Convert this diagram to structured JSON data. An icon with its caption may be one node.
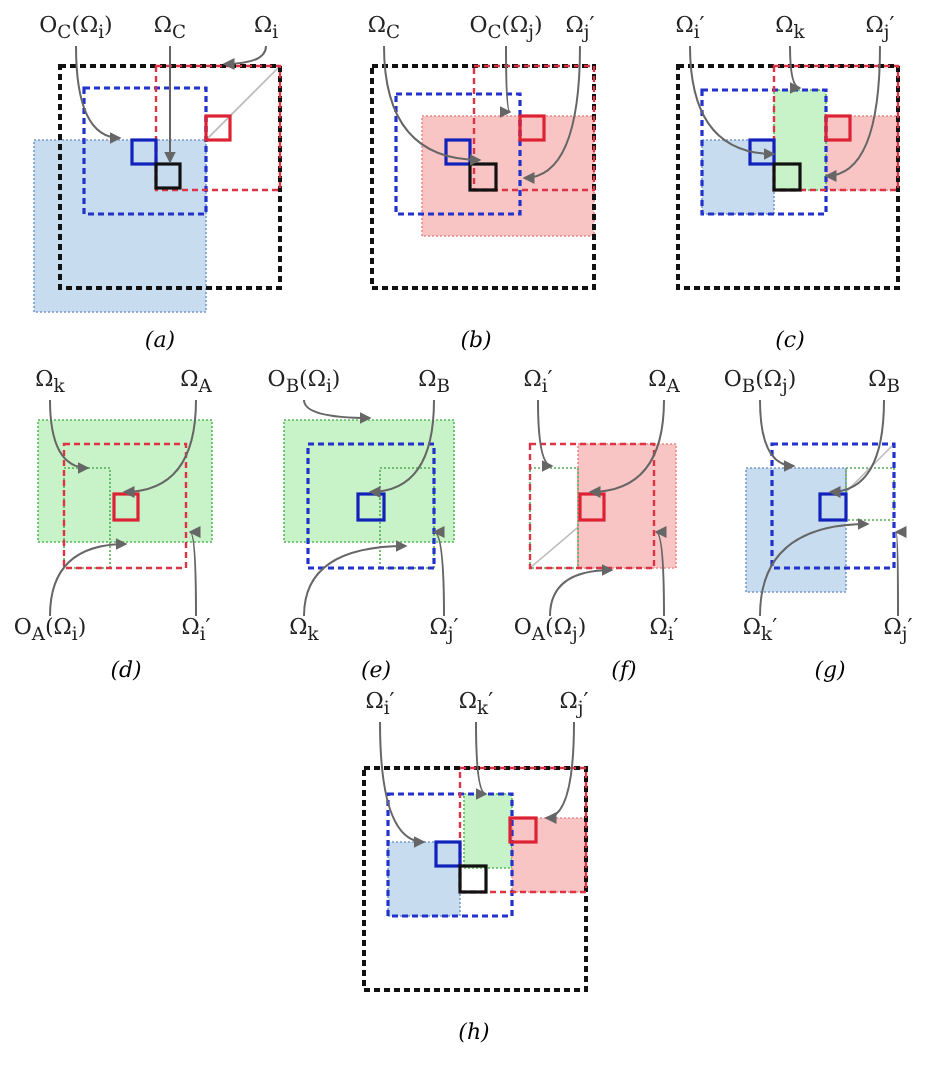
{
  "diagram": {
    "nodes": [
      {
        "text": [
          "O$_{C}$(Ω$_{i}$)"
        ]
      },
      {
        "text": [
          "Ω$_{C}$"
        ]
      },
      {
        "text": [
          "Ω$_{i}$"
        ]
      },
      {
        "text": [
          "Ω$_{C}$"
        ]
      },
      {
        "text": [
          "O$_{C}$(Ω$_{j}$)"
        ]
      },
      {
        "text": [
          "Ω$_{j}$′"
        ]
      },
      {
        "text": [
          "Ω$_{i}$′"
        ]
      },
      {
        "text": [
          "Ω$_{k}$"
        ]
      },
      {
        "text": [
          "Ω$_{j}$′"
        ]
      },
      {
        "text": [
          "Ω$_{k}$"
        ]
      },
      {
        "text": [
          "Ω$_{A}$"
        ]
      },
      {
        "text": [
          "O$_{B}$(Ω$_{i}$)"
        ]
      },
      {
        "text": [
          "Ω$_{B}$"
        ]
      },
      {
        "text": [
          "Ω$_{i}$′"
        ]
      },
      {
        "text": [
          "Ω$_{A}$"
        ]
      },
      {
        "text": [
          "O$_{B}$(Ω$_{j}$)"
        ]
      },
      {
        "text": [
          "Ω$_{B}$"
        ]
      },
      {
        "text": [
          "O$_{A}$(Ω$_{i}$)"
        ]
      },
      {
        "text": [
          "Ω$_{i}$′"
        ]
      },
      {
        "text": [
          "Ω$_{k}$"
        ]
      },
      {
        "text": [
          "Ω$_{j}$′"
        ]
      },
      {
        "text": [
          "O$_{A}$(Ω$_{j}$)"
        ]
      },
      {
        "text": [
          "Ω$_{i}$′"
        ]
      },
      {
        "text": [
          "Ω$_{k}$′"
        ]
      },
      {
        "text": [
          "Ω$_{j}$′"
        ]
      },
      {
        "text": [
          "Ω$_{i}$′"
        ]
      },
      {
        "text": [
          "Ω$_{k}$′"
        ]
      },
      {
        "text": [
          "Ω$_{j}$′"
        ]
      },
      {
        "text": [],
        "shape": "picture"
      },
      {
        "text": [],
        "shape": "picture"
      },
      {
        "text": [],
        "shape": "picture"
      },
      {
        "text": [],
        "shape": "picture"
      },
      {
        "text": [],
        "shape": "picture"
      },
      {
        "text": [],
        "shape": "picture"
      },
      {
        "text": [],
        "shape": "picture"
      },
      {
        "text": [],
        "shape": "picture"
      }
    ],
    "edges": [
      {
        "from": 0,
        "to": 28,
        "arrow": "to"
      },
      {
        "from": 1,
        "to": 28,
        "arrow": "to"
      },
      {
        "from": 2,
        "to": 28,
        "arrow": "to"
      },
      {
        "from": 3,
        "to": 29,
        "arrow": "to"
      },
      {
        "from": 4,
        "to": 29,
        "arrow": "to"
      },
      {
        "from": 5,
        "to": 29,
        "arrow": "to"
      },
      {
        "from": 6,
        "to": 30,
        "arrow": "to"
      },
      {
        "from": 7,
        "to": 30,
        "arrow": "to"
      },
      {
        "from": 8,
        "to": 30,
        "arrow": "to"
      },
      {
        "from": 9,
        "to": 31,
        "arrow": "to"
      },
      {
        "from": 10,
        "to": 31,
        "arrow": "to"
      },
      {
        "from": 11,
        "to": 32,
        "arrow": "to"
      },
      {
        "from": 12,
        "to": 32,
        "arrow": "to"
      },
      {
        "from": 13,
        "to": 33,
        "arrow": "to"
      },
      {
        "from": 14,
        "to": 33,
        "arrow": "to"
      },
      {
        "from": 15,
        "to": 34,
        "arrow": "to"
      },
      {
        "from": 16,
        "to": 34,
        "arrow": "to"
      },
      {
        "from": 17,
        "to": 31,
        "arrow": "to"
      },
      {
        "from": 18,
        "to": 31,
        "arrow": "to"
      },
      {
        "from": 19,
        "to": 32,
        "arrow": "to"
      },
      {
        "from": 20,
        "to": 32,
        "arrow": "to"
      },
      {
        "from": 21,
        "to": 33,
        "arrow": "to"
      },
      {
        "from": 22,
        "to": 33,
        "arrow": "to"
      },
      {
        "from": 23,
        "to": 34,
        "arrow": "to"
      },
      {
        "from": 24,
        "to": 34,
        "arrow": "to"
      },
      {
        "from": 25,
        "to": 35,
        "arrow": "to"
      },
      {
        "from": 26,
        "to": 35,
        "arrow": "to"
      },
      {
        "from": 27,
        "to": 35,
        "arrow": "to"
      }
    ],
    "labels": [
      "(a)",
      "(b)",
      "(c)",
      "(d)",
      "(e)",
      "(f)",
      "(g)",
      "(h)"
    ]
  }
}
